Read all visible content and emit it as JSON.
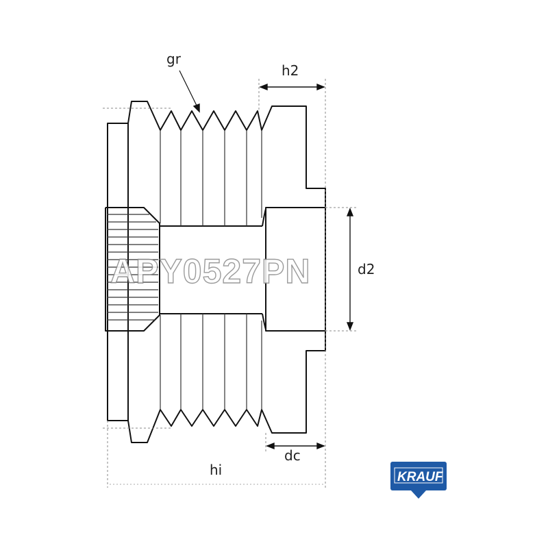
{
  "labels": {
    "gr": "gr",
    "h2": "h2",
    "d2": "d2",
    "dc": "dc",
    "hi": "hi"
  },
  "watermark": "APY0527PN",
  "logo": {
    "text": "KRAUF",
    "color": "#1f5aa6"
  }
}
